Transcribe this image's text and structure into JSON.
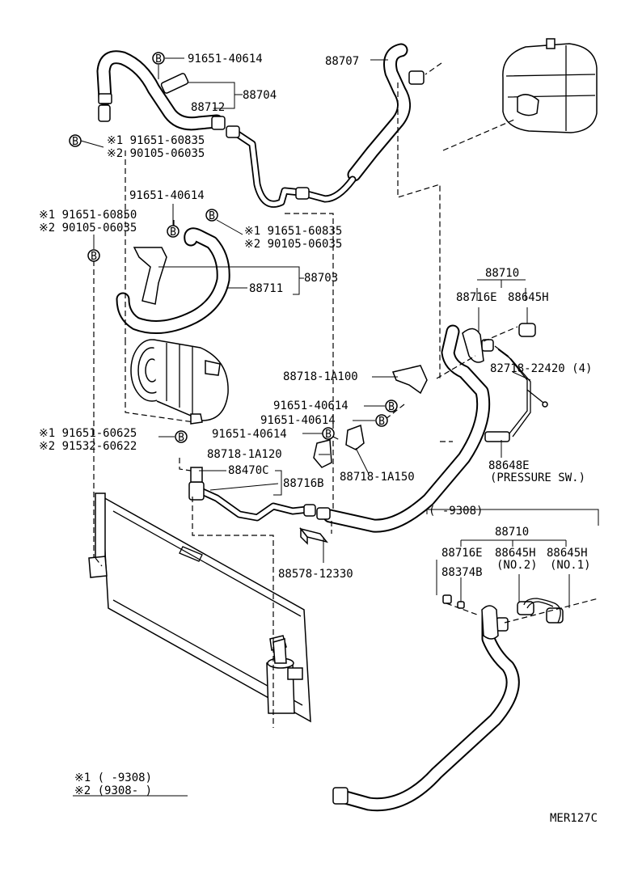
{
  "diagram": {
    "code": "MER127C",
    "circle_mark": "B",
    "labels": {
      "p_91651_40614_top": "91651-40614",
      "p_88704": "88704",
      "p_88712": "88712",
      "p_88707": "88707",
      "mark1_a": "※1  91651-60835",
      "mark2_a": "※2  90105-06035",
      "p_91651_40614_b": "91651-40614",
      "mark1_b": "※1  91651-60850",
      "mark2_b": "※2  90105-06035",
      "mark1_c": "※1  91651-60835",
      "mark2_c": "※2  90105-06035",
      "p_88703": "88703",
      "p_88711": "88711",
      "p_88710_top": "88710",
      "p_88716E_top": "88716E",
      "p_88645H_top": "88645H",
      "p_82718": "82718-22420 (4)",
      "p_88718_1A100": "88718-1A100",
      "p_91651_40614_c": "91651-40614",
      "p_91651_40614_d": "91651-40614",
      "p_91651_40614_e": "91651-40614",
      "p_88718_1A120": "88718-1A120",
      "p_88718_1A150": "88718-1A150",
      "mark1_d": "※1  91651-60625",
      "mark2_d": "※2  91532-60622",
      "p_88470C": "88470C",
      "p_88716B": "88716B",
      "p_88648E": "88648E",
      "pressure_sw": "(PRESSURE SW.)",
      "range_bracket": "(    -9308)",
      "p_88710_bot": "88710",
      "p_88716E_bot": "88716E",
      "p_88645H_no2": "88645H",
      "p_88645H_no1": "88645H",
      "no2": "(NO.2)",
      "no1": "(NO.1)",
      "p_88374B": "88374B",
      "p_88578": "88578-12330"
    },
    "legend": {
      "row1": "※1  (    -9308)",
      "row2": "※2  (9308-    )"
    }
  }
}
